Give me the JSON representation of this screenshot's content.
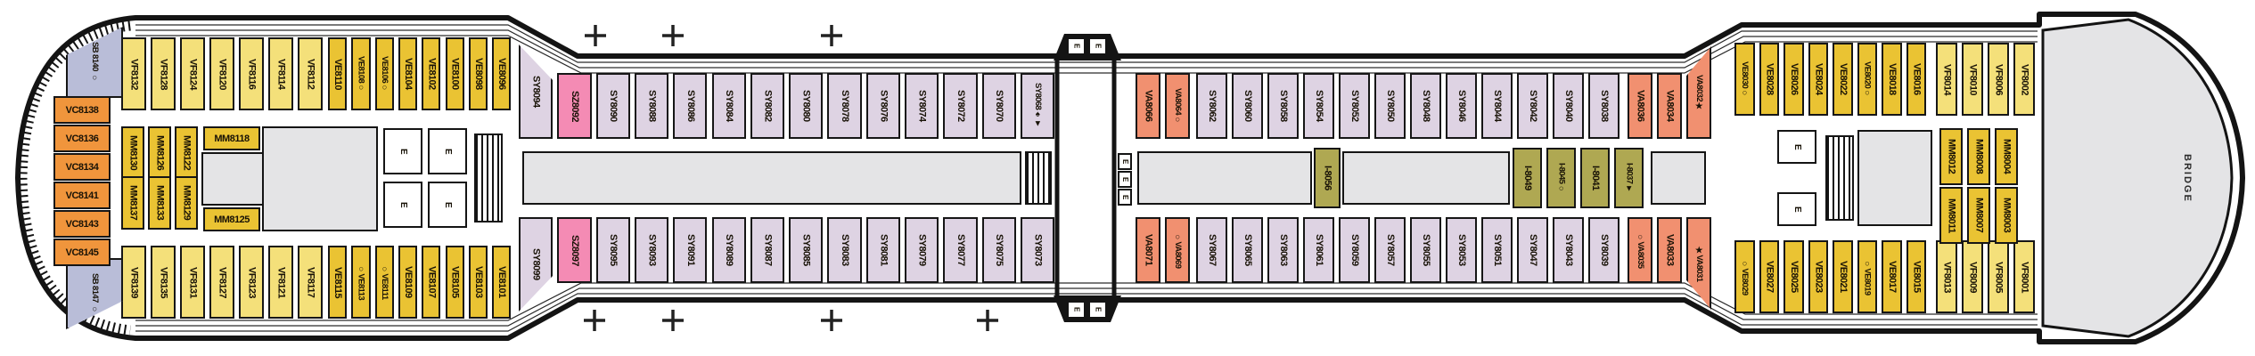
{
  "bow": {
    "bridge_label": "BRIDGE"
  },
  "elevator_label": "E",
  "stern": {
    "sb_port": "SB 8140 ○",
    "sb_starboard": "SB 8147 ○",
    "vc": [
      "VC8138",
      "VC8136",
      "VC8134",
      "VC8141",
      "VC8143",
      "VC8145"
    ],
    "mm_port": [
      "MM8130",
      "MM8126",
      "MM8122",
      "MM8118"
    ],
    "mm_starboard": [
      "MM8137",
      "MM8133",
      "MM8129",
      "MM8125"
    ]
  },
  "rows": {
    "port": [
      {
        "category": "VF",
        "cabins": [
          "VF8132",
          "VF8128",
          "VF8124",
          "VF8120",
          "VF8116",
          "VF8114",
          "VF8112"
        ]
      },
      {
        "category": "VE",
        "cabins": [
          "VE8110",
          "VE8108○",
          "VE8106○",
          "VE8104",
          "VE8102",
          "VE8100",
          "VE8098",
          "VE8096"
        ]
      },
      {
        "category": "SY",
        "cabins": [
          "SY8094",
          "SZ8092",
          "SY8090",
          "SY8088",
          "SY8086",
          "SY8084",
          "SY8082",
          "SY8080",
          "SY8078",
          "SY8076",
          "SY8074",
          "SY8072",
          "SY8070",
          "SY8068♠▼"
        ]
      },
      {
        "category": "VA",
        "cabins": [
          "VA8066",
          "VA8064○"
        ]
      },
      {
        "category": "SY",
        "cabins": [
          "SY8062",
          "SY8060",
          "SY8058",
          "SY8054",
          "SY8052",
          "SY8050",
          "SY8048",
          "SY8046",
          "SY8044",
          "SY8042",
          "SY8040",
          "SY8038"
        ]
      },
      {
        "category": "VA",
        "cabins": [
          "VA8036",
          "VA8034",
          "VA8032★"
        ]
      },
      {
        "category": "VE",
        "cabins": [
          "VE8030○",
          "VE8028",
          "VE8026",
          "VE8024",
          "VE8022",
          "VE8020○",
          "VE8018",
          "VE8016"
        ]
      },
      {
        "category": "VF",
        "cabins": [
          "VF8014",
          "VF8010",
          "VF8006",
          "VF8002"
        ]
      }
    ],
    "starboard": [
      {
        "category": "VF",
        "cabins": [
          "VF8139",
          "VF8135",
          "VF8131",
          "VF8127",
          "VF8123",
          "VF8121",
          "VF8117"
        ]
      },
      {
        "category": "VE",
        "cabins": [
          "VE8115",
          "○VE8113",
          "○VE8111",
          "VE8109",
          "VE8107",
          "VE8105",
          "VE8103",
          "VE8101"
        ]
      },
      {
        "category": "SY",
        "cabins": [
          "SY8099",
          "SZ8097",
          "SY8095",
          "SY8093",
          "SY8091",
          "SY8089",
          "SY8087",
          "SY8085",
          "SY8083",
          "SY8081",
          "SY8079",
          "SY8077",
          "SY8075",
          "SY8073"
        ]
      },
      {
        "category": "VA",
        "cabins": [
          "VA8071",
          "○VA8069"
        ]
      },
      {
        "category": "SY",
        "cabins": [
          "SY8067",
          "SY8065",
          "SY8063",
          "SY8061",
          "SY8059",
          "SY8057",
          "SY8055",
          "SY8053",
          "SY8051",
          "SY8047",
          "SY8043",
          "SY8039"
        ]
      },
      {
        "category": "VA",
        "cabins": [
          "○VA8035",
          "VA8033",
          "★VA8031"
        ]
      },
      {
        "category": "VE",
        "cabins": [
          "○VE8029",
          "VE8027",
          "VE8025",
          "VE8023",
          "VE8021",
          "○VE8019",
          "VE8017",
          "VE8015"
        ]
      },
      {
        "category": "VF",
        "cabins": [
          "VF8013",
          "VF8009",
          "VF8005",
          "VF8001"
        ]
      }
    ]
  },
  "inside": {
    "i_single": "I-8056",
    "i_group": [
      "I-8049",
      "I-8045○",
      "I-8041",
      "I-8037▼"
    ],
    "mm_forward_port": [
      "MM8012",
      "MM8008",
      "MM8004"
    ],
    "mm_forward_starboard": [
      "MM8011",
      "MM8007",
      "MM8003"
    ]
  },
  "colors": {
    "VF": "#F4E07A",
    "VE": "#EAC333",
    "MM": "#EAC333",
    "VC": "#F0953C",
    "SB": "#B9BDD8",
    "SY": "#DED3E3",
    "SZ": "#F48BB4",
    "VA": "#F19070",
    "I": "#AFA852",
    "outline": "#141414",
    "open_area": "#E4E4E6",
    "background": "#FFFFFF"
  }
}
